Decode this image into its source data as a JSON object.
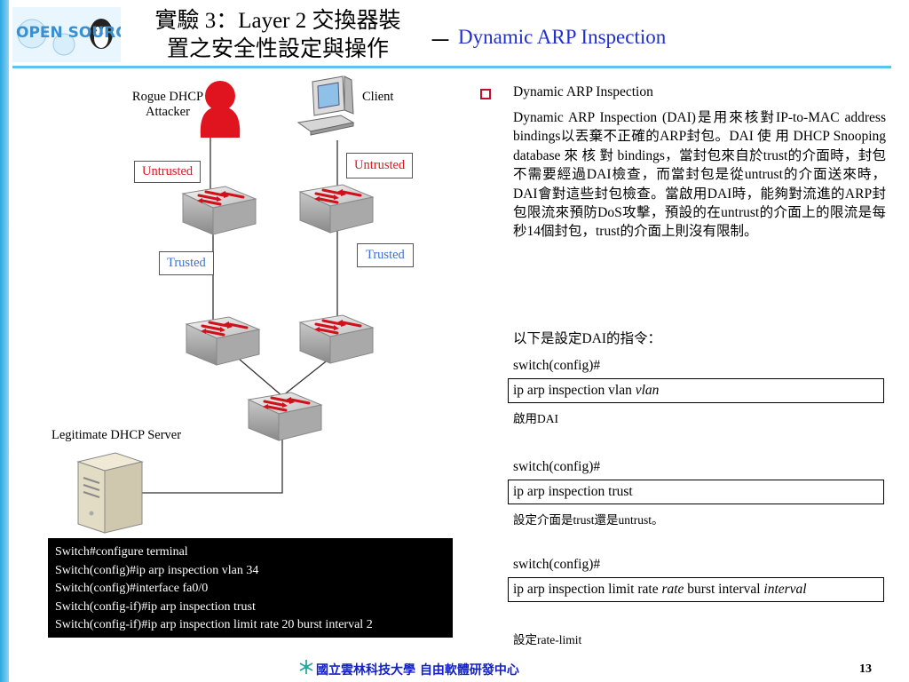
{
  "header": {
    "logo_text": "OPEN SOURCE",
    "title_line1": "實驗 3：Layer 2 交換器裝",
    "title_line2": "置之安全性設定與操作",
    "dash": "－",
    "subtitle": "Dynamic ARP Inspection"
  },
  "diagram": {
    "rogue_label_1": "Rogue DHCP",
    "rogue_label_2": "Attacker",
    "client_label": "Client",
    "untrusted_left": "Untrusted",
    "untrusted_right": "Untrusted",
    "trusted_left": "Trusted",
    "trusted_right": "Trusted",
    "server_label": "Legitimate DHCP Server"
  },
  "cli_lines": [
    "Switch#configure terminal",
    "Switch(config)#ip arp inspection vlan 34",
    "Switch(config)#interface fa0/0",
    "Switch(config-if)#ip arp inspection trust",
    "Switch(config-if)#ip arp inspection limit rate 20 burst interval 2"
  ],
  "content": {
    "bullet_heading": "Dynamic ARP Inspection",
    "paragraph": "Dynamic ARP Inspection (DAI)是用來核對IP-to-MAC address bindings以丟棄不正確的ARP封包。DAI 使 用 DHCP Snooping database 來 核 對 bindings，當封包來自於trust的介面時，封包不需要經過DAI檢查，而當封包是從untrust的介面送來時，DAI會對這些封包檢查。當啟用DAI時，能夠對流進的ARP封包限流來預防DoS攻擊，預設的在untrust的介面上的限流是每秒14個封包，trust的介面上則沒有限制。",
    "intro": "以下是設定DAI的指令：",
    "prompt1": "switch(config)#",
    "cmd1_text": "ip arp inspection vlan ",
    "cmd1_arg": "vlan",
    "note1": "啟用DAI",
    "prompt2": "switch(config)#",
    "cmd2_text": "ip arp inspection trust",
    "note2": "設定介面是trust還是untrust。",
    "prompt3": "switch(config)#",
    "cmd3_text_a": "ip arp inspection limit rate ",
    "cmd3_arg_a": "rate",
    "cmd3_text_b": " burst interval ",
    "cmd3_arg_b": "interval",
    "note3": "設定rate-limit"
  },
  "footer": {
    "org": "國立雲林科技大學 自由軟體研發中心",
    "page": "13"
  },
  "colors": {
    "accent_blue": "#1f2fd0",
    "rule": "#5bc3ee",
    "untrusted": "#e0141e",
    "trusted": "#3b6fd8",
    "bullet": "#c0102a"
  }
}
